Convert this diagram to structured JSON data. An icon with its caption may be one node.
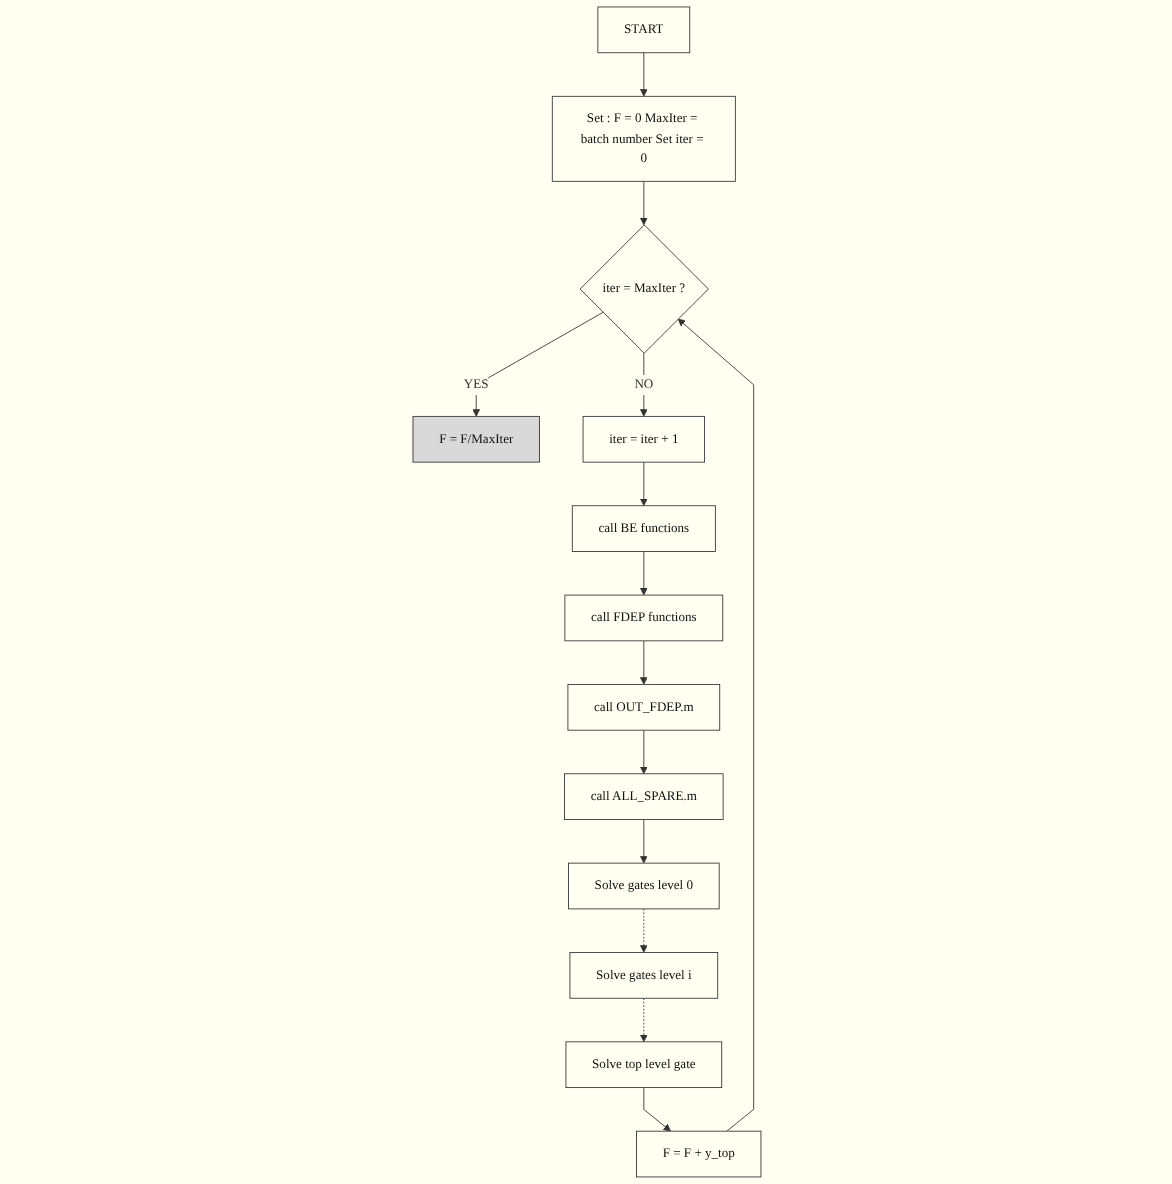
{
  "diagram": {
    "nodes": [
      {
        "text": [
          "START"
        ]
      },
      {
        "text": [
          "Set : F = 0 MaxIter = batch number Set iter = 0"
        ]
      },
      {
        "text": [
          "iter = MaxIter ?"
        ]
      },
      {
        "text": [
          "F = F/MaxIter"
        ]
      },
      {
        "text": [
          "iter = iter + 1"
        ]
      },
      {
        "text": [
          "call BE functions"
        ]
      },
      {
        "text": [
          "call FDEP functions"
        ]
      },
      {
        "text": [
          "call OUT_FDEP.m"
        ]
      },
      {
        "text": [
          "call ALL_SPARE.m"
        ]
      },
      {
        "text": [
          "Solve gates level 0"
        ]
      },
      {
        "text": [
          "Solve gates level i"
        ]
      },
      {
        "text": [
          "Solve top level gate"
        ]
      },
      {
        "text": [
          "F = F + y_top"
        ]
      }
    ],
    "edges": [
      {
        "from": 0,
        "to": 1,
        "arrow": "to"
      },
      {
        "from": 1,
        "to": 2,
        "arrow": "to"
      },
      {
        "from": 2,
        "to": 3,
        "arrow": "to",
        "label": "YES"
      },
      {
        "from": 2,
        "to": 4,
        "arrow": "to",
        "label": "NO"
      },
      {
        "from": 4,
        "to": 5,
        "arrow": "to"
      },
      {
        "from": 5,
        "to": 6,
        "arrow": "to"
      },
      {
        "from": 6,
        "to": 7,
        "arrow": "to"
      },
      {
        "from": 7,
        "to": 8,
        "arrow": "to"
      },
      {
        "from": 8,
        "to": 9,
        "arrow": "to"
      },
      {
        "from": 9,
        "to": 10,
        "arrow": "to",
        "style": "dashed"
      },
      {
        "from": 10,
        "to": 11,
        "arrow": "to",
        "style": "dashed"
      },
      {
        "from": 11,
        "to": 12,
        "arrow": "to"
      },
      {
        "from": 12,
        "to": 2,
        "arrow": "to"
      }
    ]
  }
}
